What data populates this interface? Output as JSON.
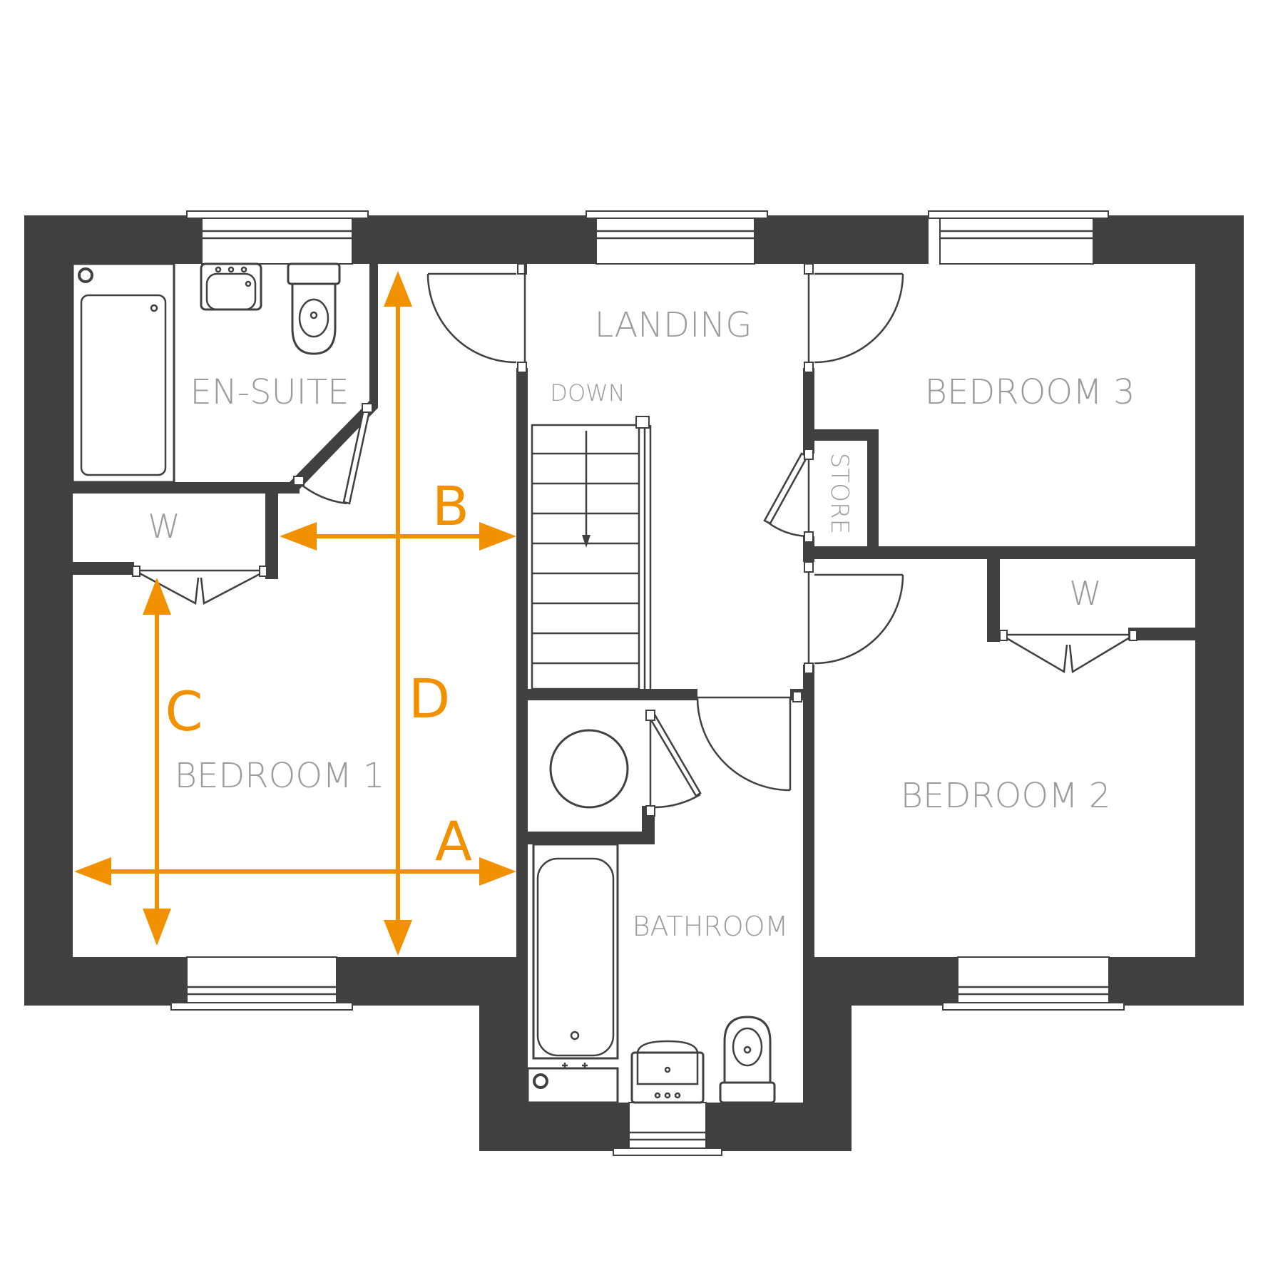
{
  "rooms": {
    "landing": "LANDING",
    "en_suite": "EN-SUITE",
    "bedroom_1": "BEDROOM 1",
    "bedroom_2": "BEDROOM 2",
    "bedroom_3": "BEDROOM 3",
    "bathroom": "BATHROOM",
    "store": "STORE",
    "wardrobe_1": "W",
    "wardrobe_2": "W",
    "down": "DOWN"
  },
  "dimensions": {
    "a": "A",
    "b": "B",
    "c": "C",
    "d": "D"
  },
  "colors": {
    "wall": "#404040",
    "dimension": "#F29100",
    "label": "#9b9b9b"
  }
}
